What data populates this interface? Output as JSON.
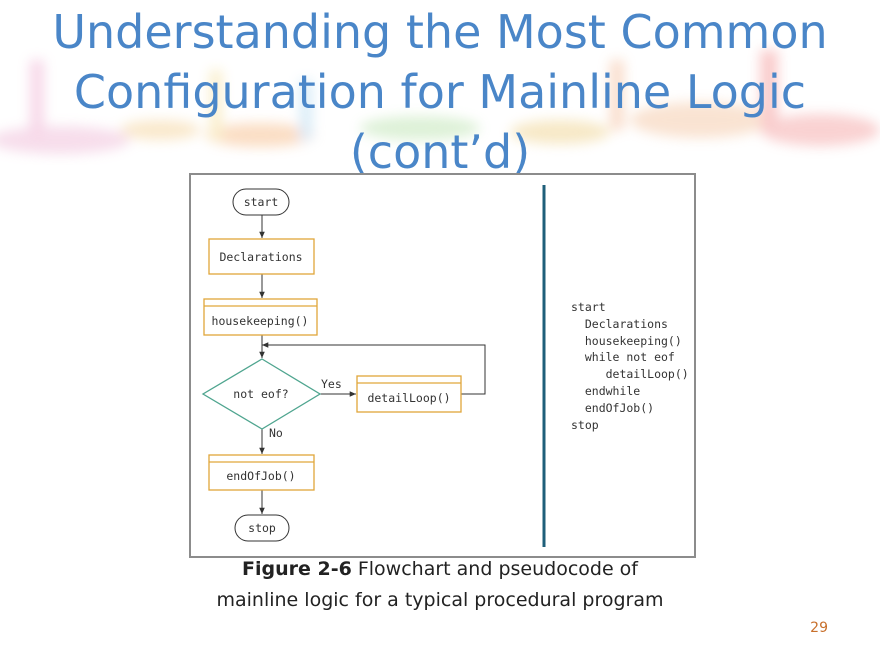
{
  "slide": {
    "title_line1": "Understanding the Most Common",
    "title_line2": "Configuration for Mainline Logic",
    "title_line3": "(cont’d)",
    "caption_label": "Figure 2-6",
    "caption_text": " Flowchart and pseudocode of",
    "caption_line2": "mainline logic for a typical procedural program",
    "page_number": "29"
  },
  "flowchart": {
    "start": "start",
    "declarations": "Declarations",
    "housekeeping": "housekeeping()",
    "decision": "not eof?",
    "yes_label": "Yes",
    "no_label": "No",
    "detail_loop": "detailLoop()",
    "end_of_job": "endOfJob()",
    "stop": "stop"
  },
  "pseudocode": [
    "start",
    "  Declarations",
    "  housekeeping()",
    "  while not eof",
    "     detailLoop()",
    "  endwhile",
    "  endOfJob()",
    "stop"
  ],
  "colors": {
    "title": "#4a86c8",
    "process_border": "#e0a63a",
    "decision_border": "#4fa58f",
    "divider": "#1f5f7a",
    "page_number": "#c8702c"
  }
}
